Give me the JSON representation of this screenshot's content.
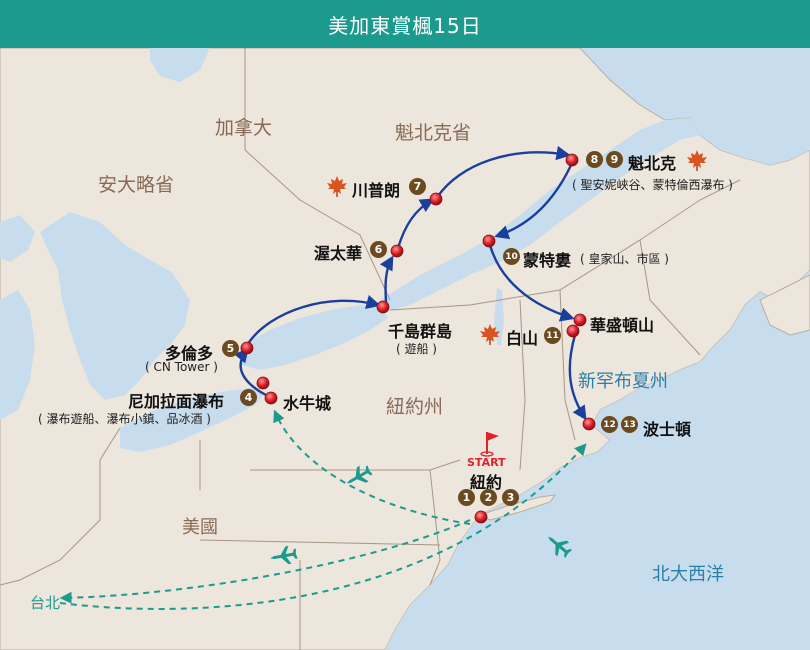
{
  "title": "美加東賞楓15日",
  "labels": {
    "quebec": "魁北克省",
    "canada": "加拿大",
    "ontario": "安大略省",
    "usa": "美國",
    "nystate": "紐約州",
    "newengland": "新罕布夏州",
    "atlantic": "北大西洋",
    "taipei": "台北"
  },
  "cities": {
    "quebec_city": "魁北克",
    "quebec_note": "( 聖安妮峽谷、蒙特倫西瀑布 )",
    "trembling": "川普朗",
    "montreal": "蒙特婁",
    "montreal_note": "( 皇家山、市區 )",
    "ottawa": "渥太華",
    "thousand": "千島群島",
    "thousand_note": "( 遊船 )",
    "toronto": "多倫多",
    "toronto_note": "( CN Tower )",
    "niagara": "尼加拉面瀑布",
    "niagara_note": "( 瀑布遊船、瀑布小鎮、品冰酒 )",
    "buffalo": "水牛城",
    "washington": "華盛頓山",
    "whitemt": "白山",
    "boston": "波士頓",
    "newyork": "紐約",
    "start": "START"
  },
  "badges": {
    "b1": "1",
    "b2": "2",
    "b3": "3",
    "b4": "4",
    "b5": "5",
    "b6": "6",
    "b7": "7",
    "b8": "8",
    "b9": "9",
    "b10": "10",
    "b11": "11",
    "b12": "12",
    "b13": "13"
  },
  "colors": {
    "header": "#1d9a8e",
    "water": "#c7dded",
    "land": "#ece6dd",
    "route": "#1a3f9c",
    "flight": "#1d9a8e",
    "pin": "#e0222a",
    "badge": "#6b4a1f",
    "maple": "#d9541e"
  },
  "icons": [
    "map-pin-icon",
    "maple-leaf-icon",
    "airplane-icon",
    "start-flag-icon"
  ]
}
